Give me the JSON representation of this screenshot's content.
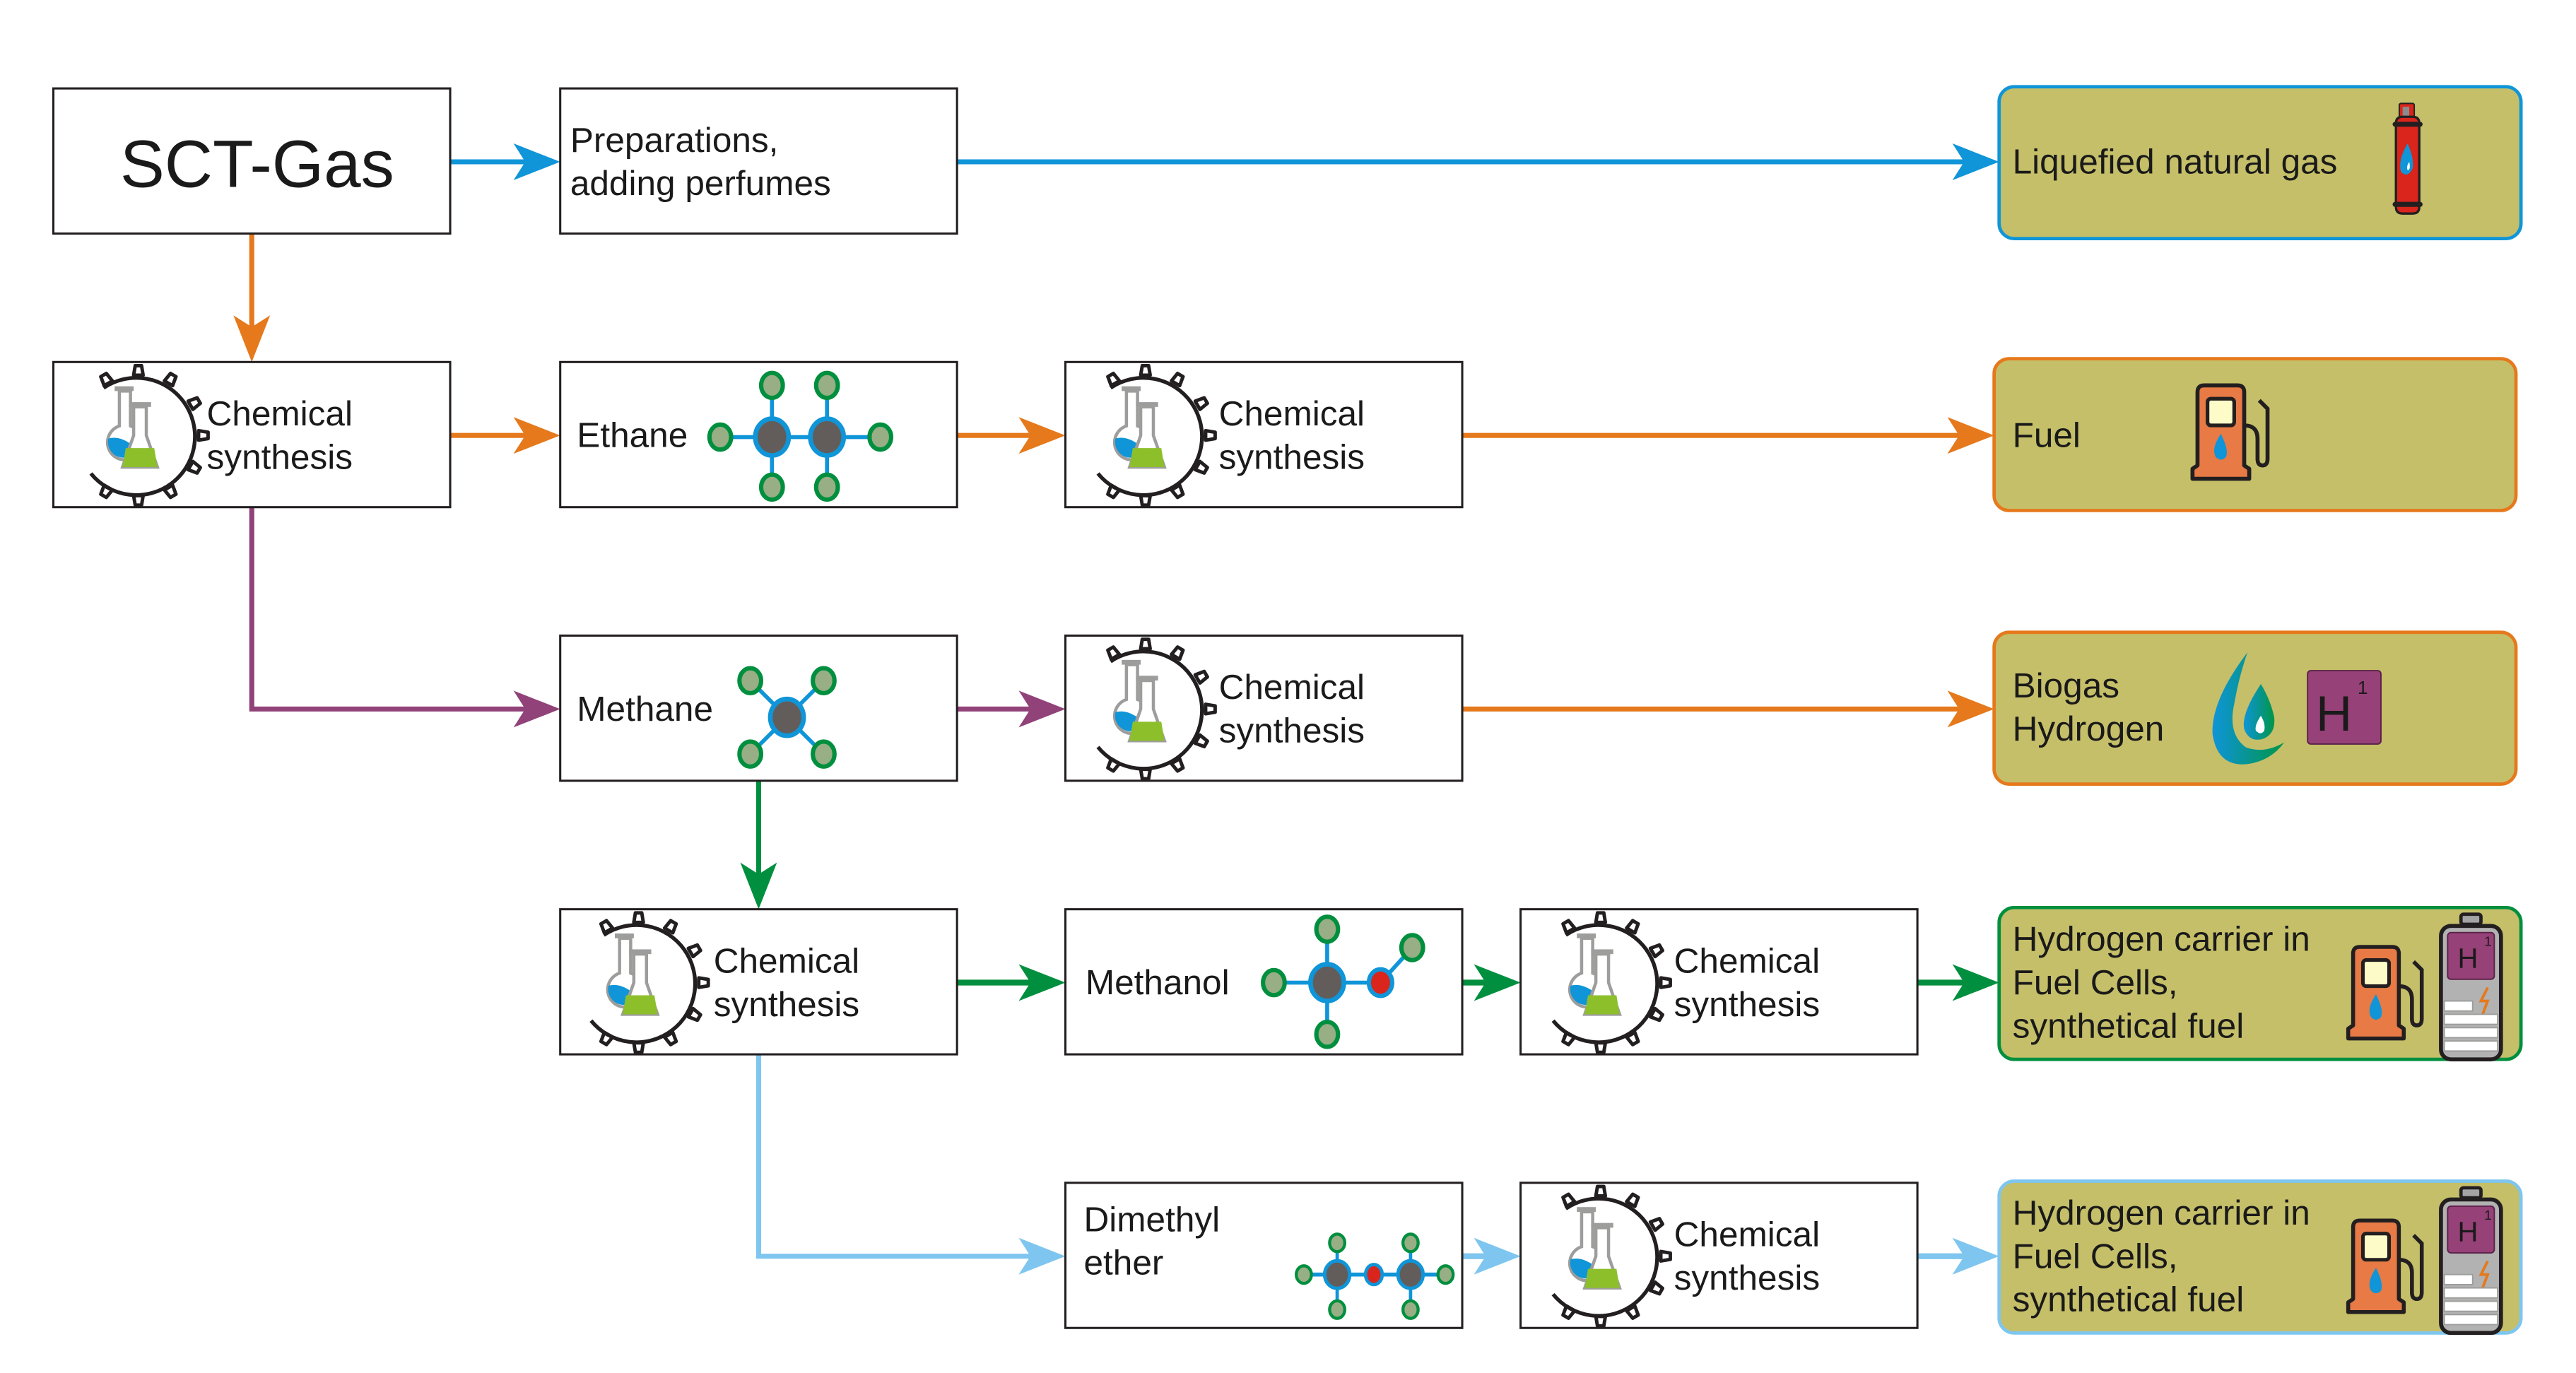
{
  "diagram": {
    "title": "SCT-Gas",
    "colors": {
      "blue": "#0f95d8",
      "orange": "#e5791c",
      "purple": "#914279",
      "green": "#008f3e",
      "light_blue": "#7ec6ef",
      "output_fill": "#c5bf69",
      "h_tile": "#964177"
    },
    "nodes": {
      "source": {
        "label": "SCT-Gas"
      },
      "preparations": {
        "line1": "Preparations,",
        "line2": "adding perfumes"
      },
      "chem_row2_a": {
        "line1": "Chemical",
        "line2": "synthesis",
        "icon": "lab-gear-icon"
      },
      "ethane": {
        "label": "Ethane",
        "icon": "ethane-molecule-icon"
      },
      "chem_row2_b": {
        "line1": "Chemical",
        "line2": "synthesis",
        "icon": "lab-gear-icon"
      },
      "methane": {
        "label": "Methane",
        "icon": "methane-molecule-icon"
      },
      "chem_row3": {
        "line1": "Chemical",
        "line2": "synthesis",
        "icon": "lab-gear-icon"
      },
      "chem_row4_a": {
        "line1": "Chemical",
        "line2": "synthesis",
        "icon": "lab-gear-icon"
      },
      "methanol": {
        "label": "Methanol",
        "icon": "methanol-molecule-icon"
      },
      "chem_row4_b": {
        "line1": "Chemical",
        "line2": "synthesis",
        "icon": "lab-gear-icon"
      },
      "dimethyl_ether": {
        "line1": "Dimethyl",
        "line2": "ether",
        "icon": "dimethyl-ether-molecule-icon"
      },
      "chem_row5": {
        "line1": "Chemical",
        "line2": "synthesis",
        "icon": "lab-gear-icon"
      }
    },
    "outputs": {
      "lng": {
        "label": "Liquefied natural gas",
        "icon": "gas-cylinder-icon"
      },
      "fuel": {
        "label": "Fuel",
        "icon": "fuel-pump-icon"
      },
      "biogas": {
        "line1": "Biogas",
        "line2": "Hydrogen",
        "icon": "water-drop-icon",
        "element_symbol": "H",
        "element_number": "1"
      },
      "h2_carrier_a": {
        "line1": "Hydrogen carrier in",
        "line2": "Fuel Cells,",
        "line3": "synthetical fuel",
        "element_symbol": "H",
        "element_number": "1"
      },
      "h2_carrier_b": {
        "line1": "Hydrogen carrier in",
        "line2": "Fuel Cells,",
        "line3": "synthetical fuel",
        "element_symbol": "H",
        "element_number": "1"
      }
    }
  }
}
